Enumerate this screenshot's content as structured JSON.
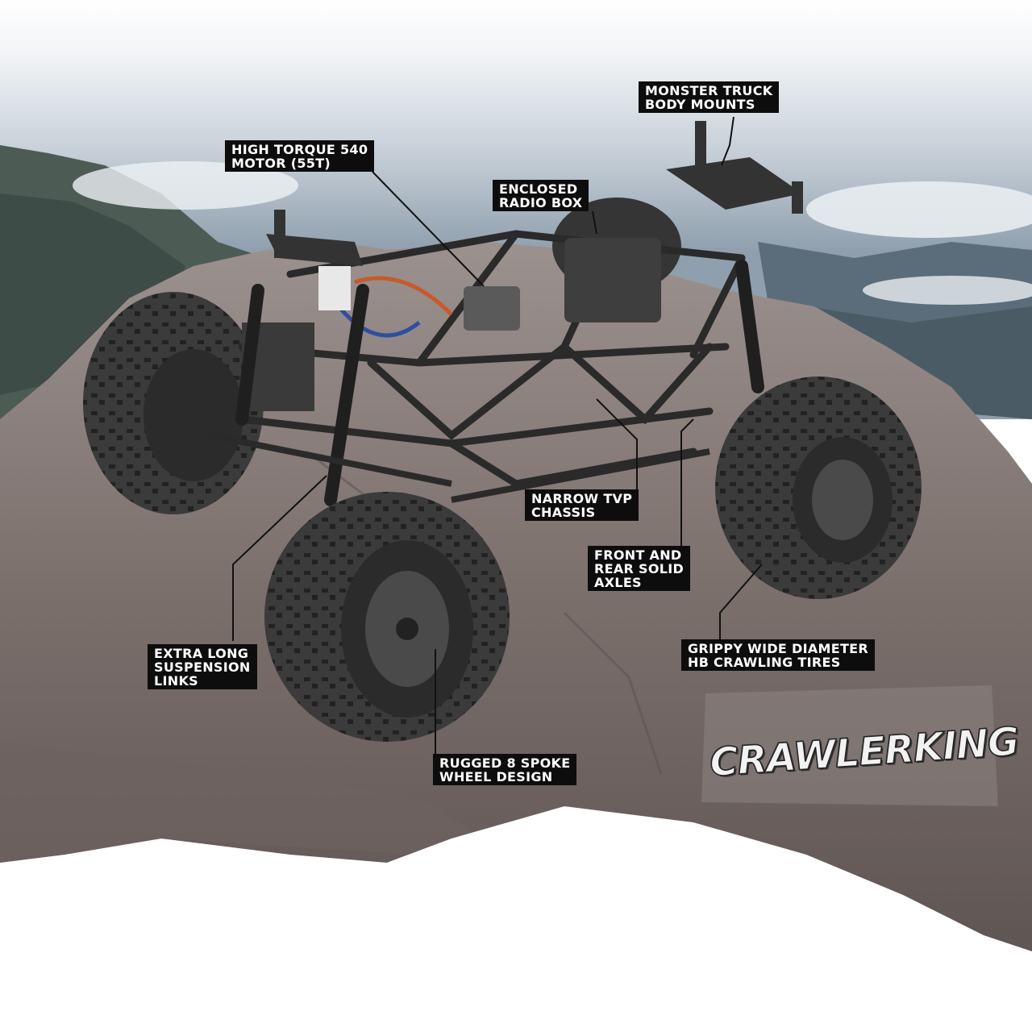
{
  "callouts": [
    {
      "id": "monster-truck-body-mounts",
      "lines": [
        "MONSTER TRUCK",
        "BODY MOUNTS"
      ]
    },
    {
      "id": "high-torque-motor",
      "lines": [
        "HIGH TORQUE 540",
        "MOTOR (55T)"
      ]
    },
    {
      "id": "enclosed-radio-box",
      "lines": [
        "ENCLOSED",
        "RADIO BOX"
      ]
    },
    {
      "id": "narrow-tvp-chassis",
      "lines": [
        "NARROW TVP",
        "CHASSIS"
      ]
    },
    {
      "id": "front-rear-solid-axles",
      "lines": [
        "FRONT AND",
        "REAR SOLID",
        "AXLES"
      ]
    },
    {
      "id": "grippy-crawling-tires",
      "lines": [
        "GRIPPY WIDE DIAMETER",
        "HB CRAWLING TIRES"
      ]
    },
    {
      "id": "extra-long-suspension-links",
      "lines": [
        "EXTRA LONG",
        "SUSPENSION",
        "LINKS"
      ]
    },
    {
      "id": "rugged-8-spoke-wheel",
      "lines": [
        "RUGGED 8 SPOKE",
        "WHEEL DESIGN"
      ]
    }
  ],
  "logo": {
    "text": "CRAWLERKING"
  },
  "colors": {
    "callout_bg": "#0d0d0d",
    "callout_text": "#ffffff",
    "rock": "#7a6e6a",
    "sky": "#9fb0bf"
  }
}
